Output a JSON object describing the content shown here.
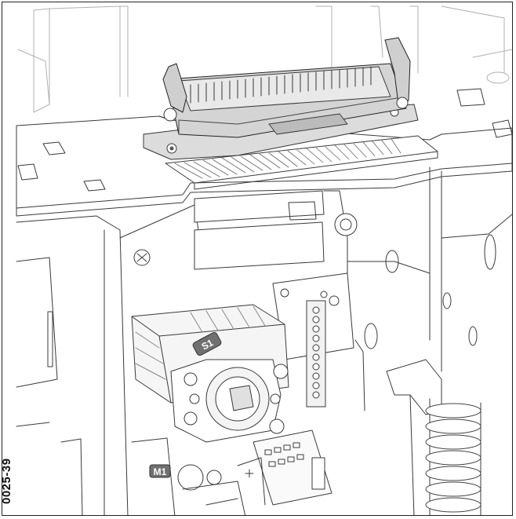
{
  "figure_id": "0025-39",
  "labels": {
    "s1": "S1",
    "m1": "M1"
  },
  "colors": {
    "line": "#3a3a3a",
    "light_line": "#9a9a9a",
    "face": "#ffffff",
    "shade": "#e6e6e6",
    "dark": "#555555",
    "label_bg": "#707070",
    "label_text": "#ffffff"
  }
}
